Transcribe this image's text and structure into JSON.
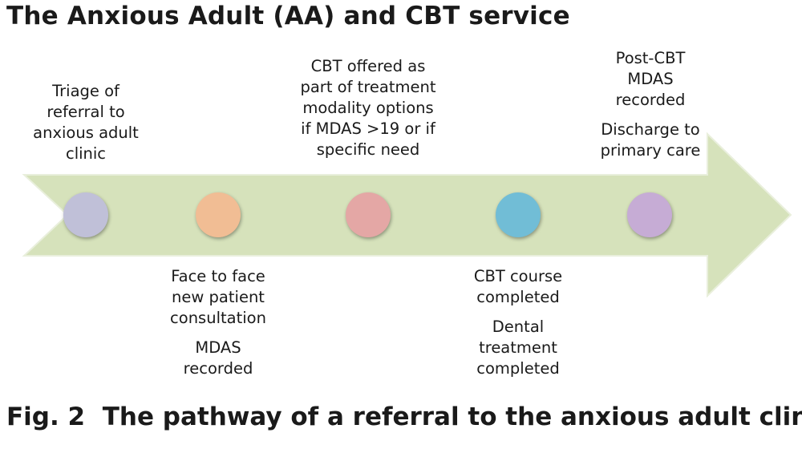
{
  "title": "The Anxious Adult (AA) and CBT service",
  "caption": {
    "prefix": "Fig. 2",
    "text": "The pathway of a referral to the anxious adult clinic"
  },
  "colors": {
    "arrow_fill": "#d6e2bb",
    "arrow_stroke": "#e9efdc"
  },
  "steps": [
    {
      "color": "#c0c0d8",
      "above": [
        "Triage of\nreferral to\nanxious adult\nclinic"
      ],
      "below": []
    },
    {
      "color": "#f1bd94",
      "above": [],
      "below": [
        "Face to face\nnew patient\nconsultation",
        "MDAS\nrecorded"
      ]
    },
    {
      "color": "#e4a7a5",
      "above": [
        "CBT offered as\npart of treatment\nmodality options\nif MDAS >19 or if\nspecific need"
      ],
      "below": []
    },
    {
      "color": "#71bdd6",
      "above": [],
      "below": [
        "CBT course\ncompleted",
        "Dental\ntreatment\ncompleted"
      ]
    },
    {
      "color": "#c6acd5",
      "above": [
        "Post-CBT\nMDAS\nrecorded",
        "Discharge to\nprimary care"
      ],
      "below": []
    }
  ]
}
